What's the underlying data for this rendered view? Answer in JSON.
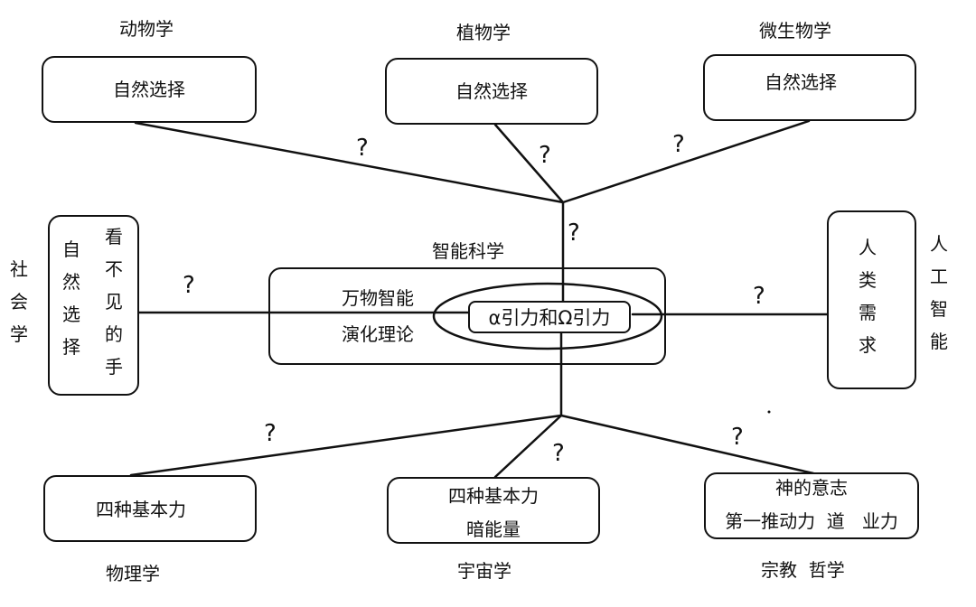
{
  "top": [
    {
      "field": "动物学",
      "content": "自然选择"
    },
    {
      "field": "植物学",
      "content": "自然选择"
    },
    {
      "field": "微生物学",
      "content": "自然选择"
    }
  ],
  "left": {
    "field": "社会学",
    "col1": "自然选择",
    "col2": "看不见的手"
  },
  "right": {
    "field": "人工智能",
    "content": "人类需求"
  },
  "center": {
    "title": "智能科学",
    "line1": "万物智能",
    "line2": "演化理论",
    "core": "α引力和Ω引力"
  },
  "bottom": [
    {
      "field": "物理学",
      "line1": "四种基本力",
      "line2": ""
    },
    {
      "field": "宇宙学",
      "line1": "四种基本力",
      "line2": "暗能量"
    },
    {
      "field": "宗教  哲学",
      "line1": "神的意志",
      "line2": "第一推动力  道   业力"
    }
  ],
  "question_mark": "?"
}
